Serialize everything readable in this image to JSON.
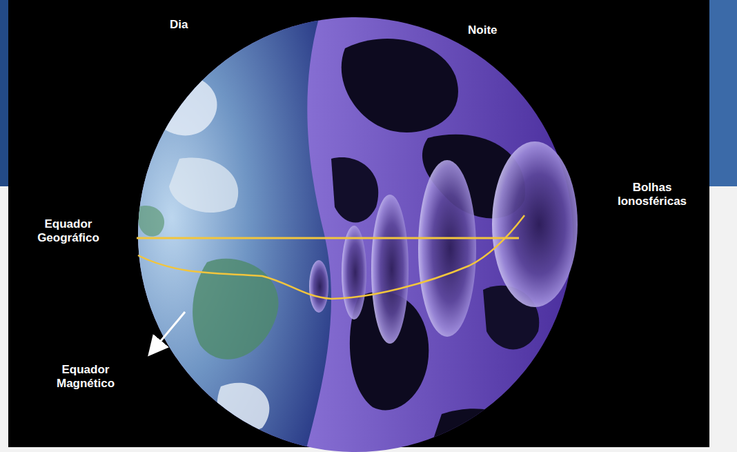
{
  "diagram": {
    "labels": [
      "Dia",
      "Noite",
      "Equador Geográfico",
      "Equador Magnético",
      "Bolhas Ionosféricas"
    ]
  }
}
